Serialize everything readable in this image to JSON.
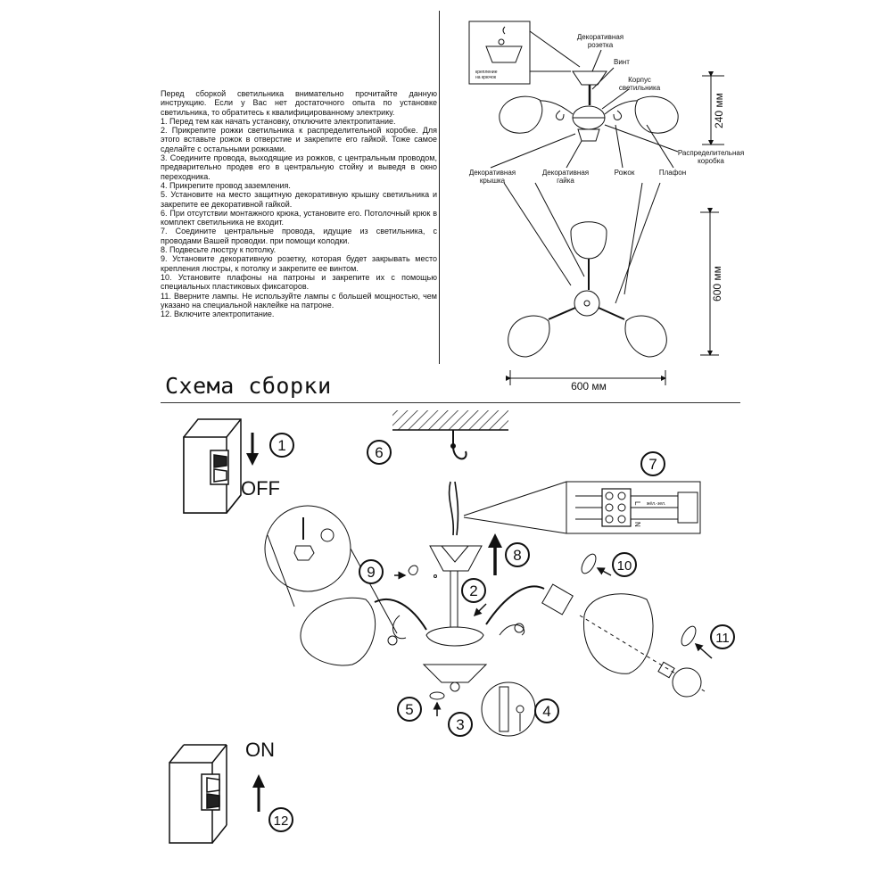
{
  "instructions": {
    "intro": "Перед сборкой светильника внимательно прочитайте данную инструкцию. Если у Вас нет достаточного опыта по установке светильника, то обратитесь к квалифицированному электрику.",
    "steps": [
      "1. Перед тем как начать установку, отключите электропитание.",
      "2. Прикрепите рожки светильника к распределительной коробке. Для этого вставьте рожок в отверстие и закрепите его гайкой. Тоже самое сделайте с остальными рожками.",
      "3. Соедините провода, выходящие из рожков, с центральным проводом, предварительно продев его в центральную стойку и выведя в окно переходника.",
      "4. Прикрепите провод заземления.",
      "5. Установите на место защитную декоративную крышку светильника и закрепите ее декоративной гайкой.",
      "6. При отсутствии монтажного крюка, установите его. Потолочный крюк в комплект светильника не входит.",
      "7. Соедините центральные провода, идущие из светильника, с проводами Вашей проводки. при помощи колодки.",
      "8. Подвесьте люстру к потолку.",
      "9. Установите декоративную розетку, которая будет закрывать место крепления люстры, к потолку и закрепите ее винтом.",
      "10. Установите плафоны на патроны и закрепите их с помощью специальных пластиковых фиксаторов.",
      "11. Вверните лампы. Не используйте лампы с большей мощностью, чем указано на специальной наклейке на патроне.",
      "12. Включите электропитание."
    ]
  },
  "labels": {
    "rozetka_1": "Декоративная",
    "rozetka_2": "розетка",
    "vint": "Винт",
    "korpus_1": "Корпус",
    "korpus_2": "светильника",
    "raspr_1": "Распределительная",
    "raspr_2": "коробка",
    "kryshka_1": "Декоративная",
    "kryshka_2": "крышка",
    "gayka_1": "Декоративная",
    "gayka_2": "гайка",
    "rozhok": "Рожок",
    "plafon": "Плафон",
    "hook_1": "крепление",
    "hook_2": "на крючок"
  },
  "dimensions": {
    "height": "240 мм",
    "diameter_v": "600 мм",
    "diameter_h": "600 мм"
  },
  "scheme_title": "Схема сборки",
  "switch_off": "OFF",
  "switch_on": "ON",
  "wiring": {
    "L": "L",
    "N": "N",
    "ground": "жёл.-зел."
  },
  "steps_numbers": [
    "1",
    "2",
    "3",
    "4",
    "5",
    "6",
    "7",
    "8",
    "9",
    "10",
    "11",
    "12"
  ]
}
